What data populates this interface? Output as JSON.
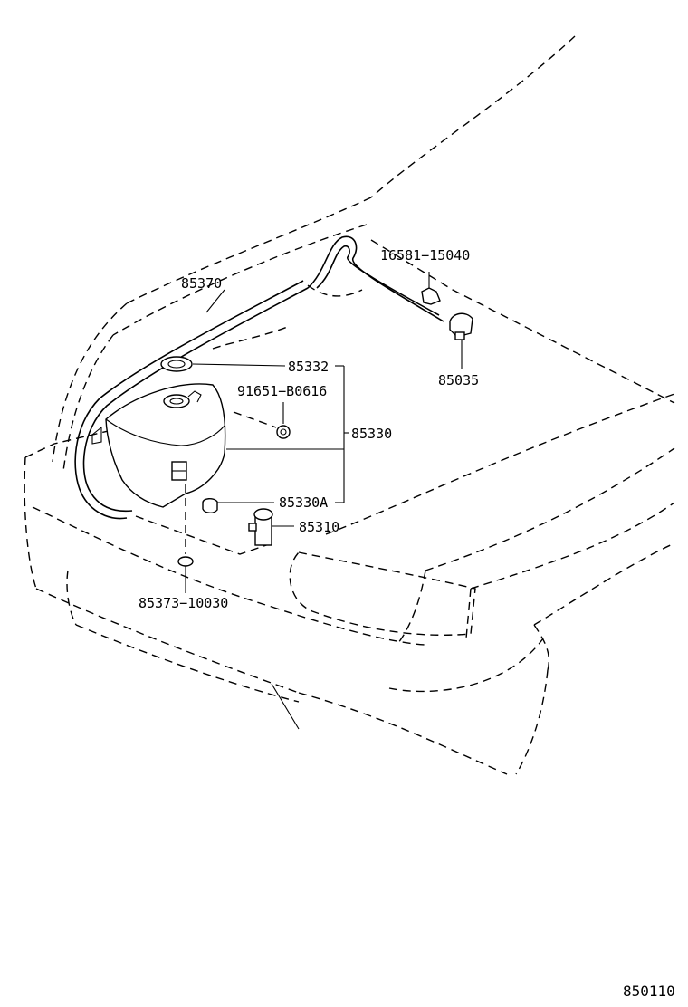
{
  "labels": {
    "p16581": "16581−15040",
    "p85370": "85370",
    "p85332": "85332",
    "p85035": "85035",
    "p91651": "91651−B0616",
    "p85330": "85330",
    "p85330a": "85330A",
    "p85310": "85310",
    "p85373": "85373−10030"
  },
  "reference": "850110"
}
